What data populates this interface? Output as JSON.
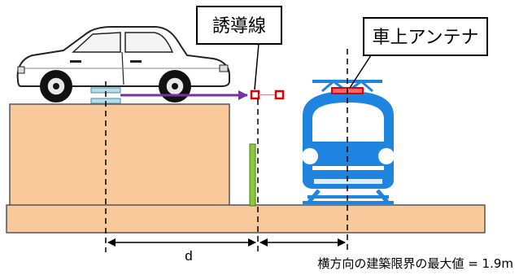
{
  "labels": {
    "guide_wire": "誘導線",
    "onboard_antenna": "車上アンテナ",
    "distance": "d",
    "caption": "横方向の建築限界の最大値 = 1.9m"
  },
  "colors": {
    "platform": "#f9c89b",
    "platform_border": "#555555",
    "train": "#1e84e0",
    "antenna": "#e00000",
    "signal_line": "#7a2fa8",
    "pole": "#8cc83c",
    "plate": "#b9dde6"
  }
}
